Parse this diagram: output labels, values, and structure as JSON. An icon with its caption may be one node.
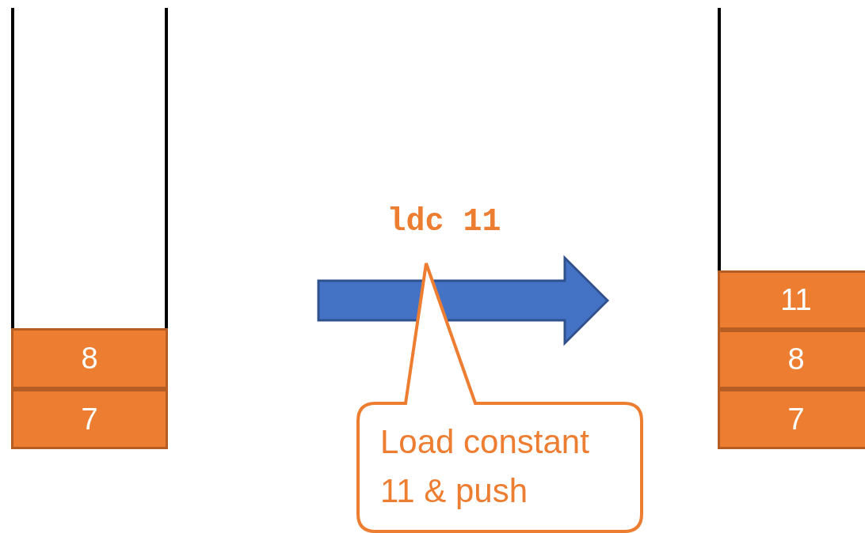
{
  "diagram": {
    "nodes": [
      {
        "text": [],
        "shape": "box"
      },
      {
        "text": [
          "8"
        ],
        "in": 0
      },
      {
        "text": [
          "7"
        ],
        "in": 0
      },
      {
        "text": [],
        "shape": "box"
      },
      {
        "text": [
          "11"
        ],
        "in": 3
      },
      {
        "text": [
          "8"
        ],
        "in": 3
      },
      {
        "text": [
          "7"
        ],
        "in": 3
      },
      {
        "text": [
          "Load constant 11 & push"
        ]
      }
    ],
    "edges": [
      {
        "from": 0,
        "to": 3,
        "arrow": "to",
        "label": "ldc 11",
        "style": "thick",
        "color": "#4472c4"
      }
    ]
  }
}
